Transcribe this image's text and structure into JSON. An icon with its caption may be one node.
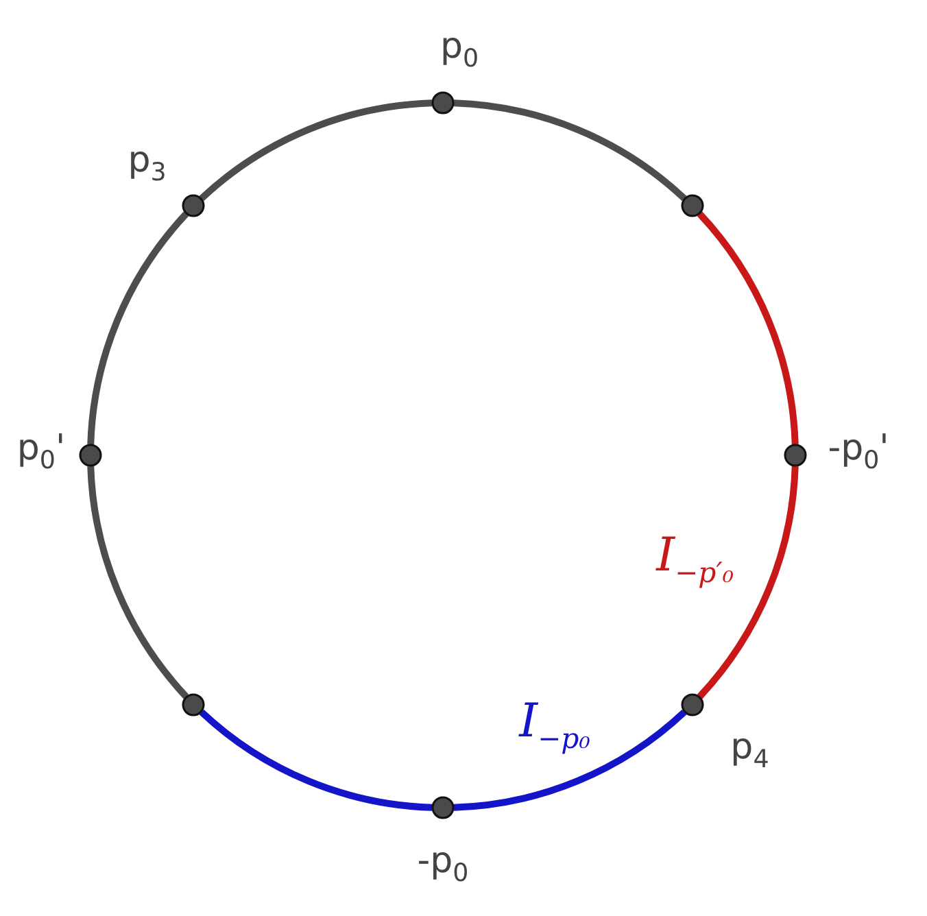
{
  "diagram": {
    "nodes": [
      {
        "text": [
          "p$_{0}$"
        ]
      },
      {
        "text": [
          "p$_{3}$"
        ]
      },
      {
        "text": [],
        "shape": "circle"
      },
      {
        "text": [
          "p$_{0}$'"
        ]
      },
      {
        "text": [
          "-p$_{0}$'"
        ]
      },
      {
        "text": [],
        "shape": "circle"
      },
      {
        "text": [
          "p$_{4}$"
        ]
      },
      {
        "text": [
          "-p$_{0}$"
        ]
      }
    ],
    "edges": [
      {
        "from": 0,
        "to": 2,
        "arrow": "none"
      },
      {
        "from": 2,
        "to": 4,
        "arrow": "none",
        "color": "#c81818"
      },
      {
        "from": 4,
        "to": 6,
        "arrow": "none",
        "color": "#c81818",
        "label": "I$_{−p′₀}$"
      },
      {
        "from": 6,
        "to": 7,
        "arrow": "none",
        "color": "#1414c8",
        "label": "I$_{−p₀}$"
      },
      {
        "from": 7,
        "to": 5,
        "arrow": "none",
        "color": "#1414c8"
      },
      {
        "from": 5,
        "to": 3,
        "arrow": "none"
      },
      {
        "from": 3,
        "to": 1,
        "arrow": "none"
      },
      {
        "from": 1,
        "to": 0,
        "arrow": "none"
      }
    ]
  }
}
